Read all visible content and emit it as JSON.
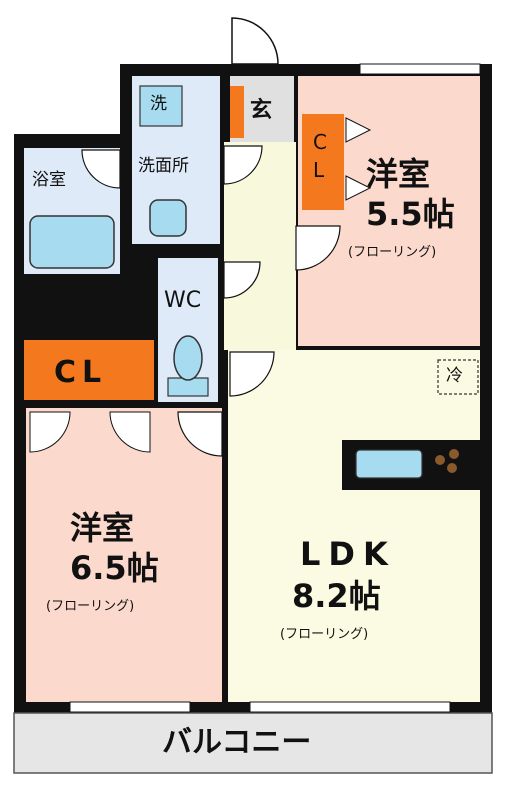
{
  "rooms": {
    "western_room_1": {
      "name": "洋室",
      "size": "5.5帖",
      "floor": "(フローリング)"
    },
    "western_room_2": {
      "name": "洋室",
      "size": "6.5帖",
      "floor": "(フローリング)"
    },
    "ldk": {
      "name": "LDK",
      "size": "8.2帖",
      "floor": "(フローリング)"
    },
    "bathroom": {
      "name": "浴室"
    },
    "washroom": {
      "name": "洗面所"
    },
    "washing_machine": {
      "name": "洗"
    },
    "toilet": {
      "name": "WC"
    },
    "entrance": {
      "name": "玄"
    },
    "closet_small": {
      "line1": "C",
      "line2": "L"
    },
    "closet_large": {
      "name": "CL"
    },
    "fridge": {
      "name": "冷"
    },
    "balcony": {
      "name": "バルコニー"
    }
  },
  "colors": {
    "wall": "#111111",
    "western_room": "#fbd9cc",
    "ldk": "#fbfbe3",
    "wet_area": "#dfeaf8",
    "closet": "#f4781e",
    "hall": "#f8f8dc",
    "balcony": "#e6e6e6",
    "fixture_blue": "#a7dbef"
  }
}
